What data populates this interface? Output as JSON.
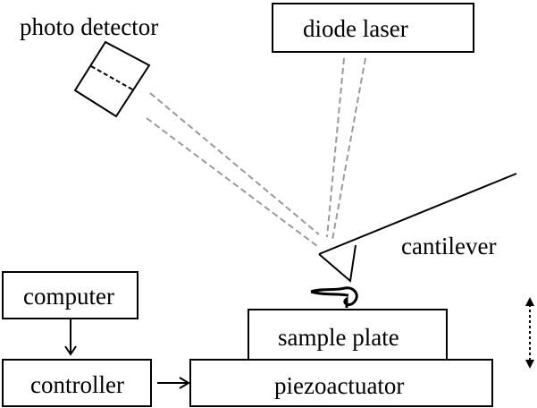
{
  "labels": {
    "photo_detector": "photo detector",
    "diode_laser": "diode laser",
    "cantilever": "cantilever",
    "computer": "computer",
    "controller": "controller",
    "sample_plate": "sample plate",
    "piezoactuator": "piezoactuator"
  },
  "colors": {
    "line": "#000000",
    "beam": "#9a9a9a",
    "background": "#ffffff"
  }
}
